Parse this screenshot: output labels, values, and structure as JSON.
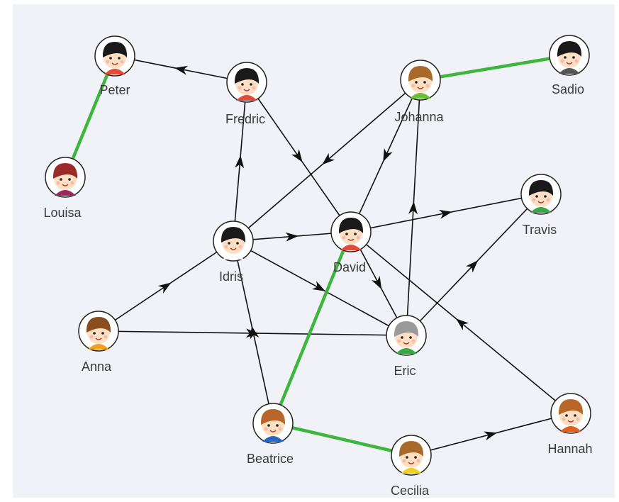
{
  "colors": {
    "background": "#f1f2f8",
    "edge_directed": "#111111",
    "edge_highlight": "#3db63d",
    "node_ring": "#222222",
    "label_text": "#3a3a3a"
  },
  "nodes": [
    {
      "id": "peter",
      "label": "Peter",
      "hair": "#1a1a1a",
      "skin": "#fde0c4",
      "shirt": "#e04b3a"
    },
    {
      "id": "fredric",
      "label": "Fredric",
      "hair": "#1a1a1a",
      "skin": "#fde0c4",
      "shirt": "#e04b3a"
    },
    {
      "id": "johanna",
      "label": "Johanna",
      "hair": "#a8692a",
      "skin": "#fde0c4",
      "shirt": "#6bbf3a"
    },
    {
      "id": "sadio",
      "label": "Sadio",
      "hair": "#1a1a1a",
      "skin": "#fde0c4",
      "shirt": "#555555"
    },
    {
      "id": "louisa",
      "label": "Louisa",
      "hair": "#9b2a2a",
      "skin": "#fde0c4",
      "shirt": "#9b2a5a"
    },
    {
      "id": "idris",
      "label": "Idris",
      "hair": "#1a1a1a",
      "skin": "#fde0c4",
      "shirt": "#ffffff"
    },
    {
      "id": "david",
      "label": "David",
      "hair": "#1a1a1a",
      "skin": "#fde0c4",
      "shirt": "#e04b3a"
    },
    {
      "id": "travis",
      "label": "Travis",
      "hair": "#1a1a1a",
      "skin": "#fde0c4",
      "shirt": "#3aa64a"
    },
    {
      "id": "anna",
      "label": "Anna",
      "hair": "#8a4e1e",
      "skin": "#fde0c4",
      "shirt": "#f0a020"
    },
    {
      "id": "eric",
      "label": "Eric",
      "hair": "#9a9a9a",
      "skin": "#fde0c4",
      "shirt": "#3aa64a"
    },
    {
      "id": "beatrice",
      "label": "Beatrice",
      "hair": "#b8662a",
      "skin": "#fde0c4",
      "shirt": "#2a66c0"
    },
    {
      "id": "cecilia",
      "label": "Cecilia",
      "hair": "#a8692a",
      "skin": "#fde0c4",
      "shirt": "#f0d020"
    },
    {
      "id": "hannah",
      "label": "Hannah",
      "hair": "#b8662a",
      "skin": "#fde0c4",
      "shirt": "#e06020"
    }
  ],
  "edges": [
    {
      "from": "fredric",
      "to": "peter",
      "kind": "directed"
    },
    {
      "from": "fredric",
      "to": "david",
      "kind": "directed"
    },
    {
      "from": "idris",
      "to": "fredric",
      "kind": "directed"
    },
    {
      "from": "johanna",
      "to": "idris",
      "kind": "directed"
    },
    {
      "from": "johanna",
      "to": "david",
      "kind": "directed"
    },
    {
      "from": "eric",
      "to": "johanna",
      "kind": "directed"
    },
    {
      "from": "idris",
      "to": "david",
      "kind": "directed"
    },
    {
      "from": "david",
      "to": "travis",
      "kind": "directed"
    },
    {
      "from": "idris",
      "to": "eric",
      "kind": "directed"
    },
    {
      "from": "david",
      "to": "eric",
      "kind": "directed"
    },
    {
      "from": "eric",
      "to": "travis",
      "kind": "directed"
    },
    {
      "from": "anna",
      "to": "idris",
      "kind": "directed"
    },
    {
      "from": "anna",
      "to": "eric",
      "kind": "directed"
    },
    {
      "from": "beatrice",
      "to": "idris",
      "kind": "directed"
    },
    {
      "from": "hannah",
      "to": "david",
      "kind": "directed"
    },
    {
      "from": "cecilia",
      "to": "hannah",
      "kind": "directed"
    },
    {
      "from": "peter",
      "to": "louisa",
      "kind": "highlight"
    },
    {
      "from": "johanna",
      "to": "sadio",
      "kind": "highlight"
    },
    {
      "from": "beatrice",
      "to": "david",
      "kind": "highlight"
    },
    {
      "from": "beatrice",
      "to": "cecilia",
      "kind": "highlight"
    }
  ]
}
